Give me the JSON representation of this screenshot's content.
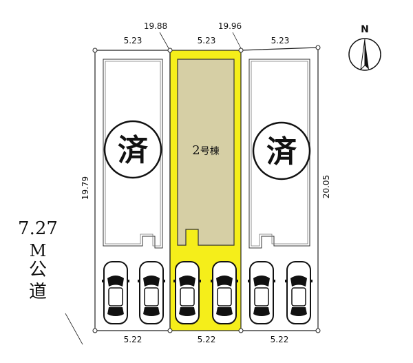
{
  "compass": {
    "label": "N"
  },
  "lots": [
    {
      "id": "lot-1",
      "status_label": "済"
    },
    {
      "id": "lot-2",
      "building_number": "2",
      "building_suffix": "号棟",
      "highlight_color": "#f5ee1a",
      "building_color": "#d6cfa5"
    },
    {
      "id": "lot-3",
      "status_label": "済"
    }
  ],
  "dimensions": {
    "top_widths": [
      "5.23",
      "5.23",
      "5.23"
    ],
    "bottom_widths": [
      "5.22",
      "5.22",
      "5.22"
    ],
    "depth_top_a": "19.88",
    "depth_top_b": "19.96",
    "left_depth": "19.79",
    "right_depth": "20.05"
  },
  "road": {
    "width": "7.27",
    "unit": "M",
    "name_line1": "公",
    "name_line2": "道"
  }
}
